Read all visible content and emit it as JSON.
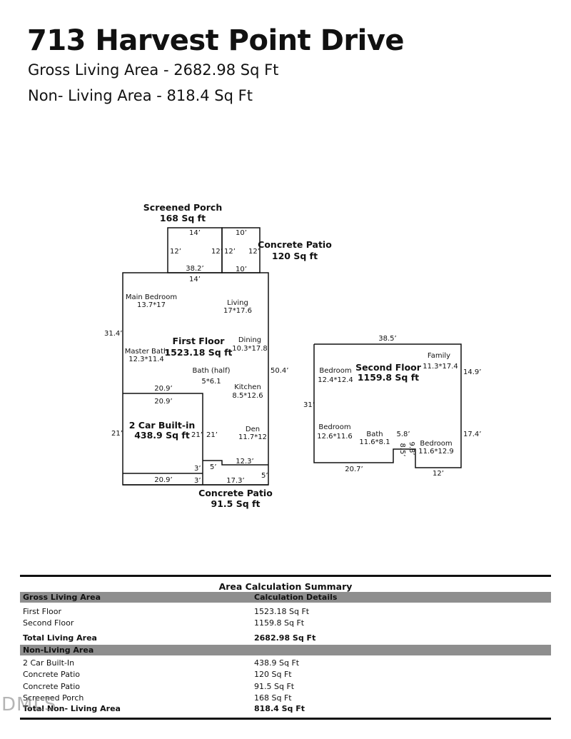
{
  "header": {
    "title": "713 Harvest Point Drive",
    "gross_area": "Gross Living Area - 2682.98 Sq Ft",
    "non_living_area": "Non- Living Area - 818.4 Sq Ft"
  },
  "plan": {
    "screened_porch": {
      "name": "Screened Porch",
      "area": "168 Sq ft",
      "top_a": "14’",
      "top_b": "10’",
      "left": "12’",
      "mid_l": "12’",
      "mid_r": "12’",
      "right": "12’",
      "bottom_a": "38.2’",
      "bottom_b": "10’",
      "below": "14’"
    },
    "concrete_patio_top": {
      "name": "Concrete Patio",
      "area": "120 Sq ft"
    },
    "first_floor": {
      "name": "First Floor",
      "area": "1523.18 Sq ft",
      "left_dim": "31.4’",
      "right_dim": "50.4’",
      "rooms": {
        "main_bedroom": {
          "name": "Main Bedroom",
          "size": "13.7*17"
        },
        "living": {
          "name": "Living",
          "size": "17*17.6"
        },
        "dining": {
          "name": "Dining",
          "size": "10.3*17.8"
        },
        "master_bath": {
          "name": "Master Bath",
          "size": "12.3*11.4"
        },
        "bath_half": {
          "name": "Bath (half)",
          "size": "5*6.1"
        },
        "kitchen": {
          "name": "Kitchen",
          "size": "8.5*12.6"
        },
        "den": {
          "name": "Den",
          "size": "11.7*12"
        }
      }
    },
    "garage": {
      "name": "2 Car Built-in",
      "area": "438.9 Sq ft",
      "top_a": "20.9’",
      "top_b": "20.9’",
      "left": "21’",
      "right_in": "21’",
      "right_out": "21’",
      "bottom": "20.9’",
      "step_a": "3’",
      "step_b": "3’"
    },
    "concrete_patio_bottom": {
      "name": "Concrete Patio",
      "area": "91.5 Sq ft",
      "top": "12.3’",
      "left": "5’",
      "right": "5’",
      "bottom": "17.3’"
    },
    "second_floor": {
      "name": "Second Floor",
      "area": "1159.8 Sq ft",
      "top": "38.5’",
      "left": "31’",
      "right_a": "14.9’",
      "right_b": "17.4’",
      "bottom_a": "20.7’",
      "bottom_b": "12’",
      "notch_top": "5.8’",
      "notch_l": "8.5’",
      "notch_r": "9.8’",
      "rooms": {
        "bedroom1": {
          "name": "Bedroom",
          "size": "12.4*12.4"
        },
        "family": {
          "name": "Family",
          "size": "11.3*17.4"
        },
        "bedroom2": {
          "name": "Bedroom",
          "size": "12.6*11.6"
        },
        "bath": {
          "name": "Bath",
          "size": "11.6*8.1"
        },
        "bedroom3": {
          "name": "Bedroom",
          "size": "11.6*12.9"
        }
      }
    }
  },
  "summary": {
    "title": "Area Calculation Summary",
    "gross_header": "Gross Living Area",
    "details_header": "Calculation Details",
    "living_rows": [
      {
        "label": "First Floor",
        "value": "1523.18 Sq Ft"
      },
      {
        "label": "Second Floor",
        "value": "1159.8 Sq Ft"
      }
    ],
    "total_living": {
      "label": "Total Living Area",
      "value": "2682.98 Sq Ft"
    },
    "non_living_header": "Non-Living Area",
    "non_living_rows": [
      {
        "label": "2 Car Built-In",
        "value": "438.9 Sq Ft"
      },
      {
        "label": "Concrete Patio",
        "value": "120 Sq Ft"
      },
      {
        "label": "Concrete Patio",
        "value": "91.5 Sq Ft"
      },
      {
        "label": "Screened Porch",
        "value": "168 Sq Ft"
      }
    ],
    "total_non_living": {
      "label": "Total Non- Living Area",
      "value": "818.4 Sq Ft"
    }
  },
  "watermark": "DMLS"
}
